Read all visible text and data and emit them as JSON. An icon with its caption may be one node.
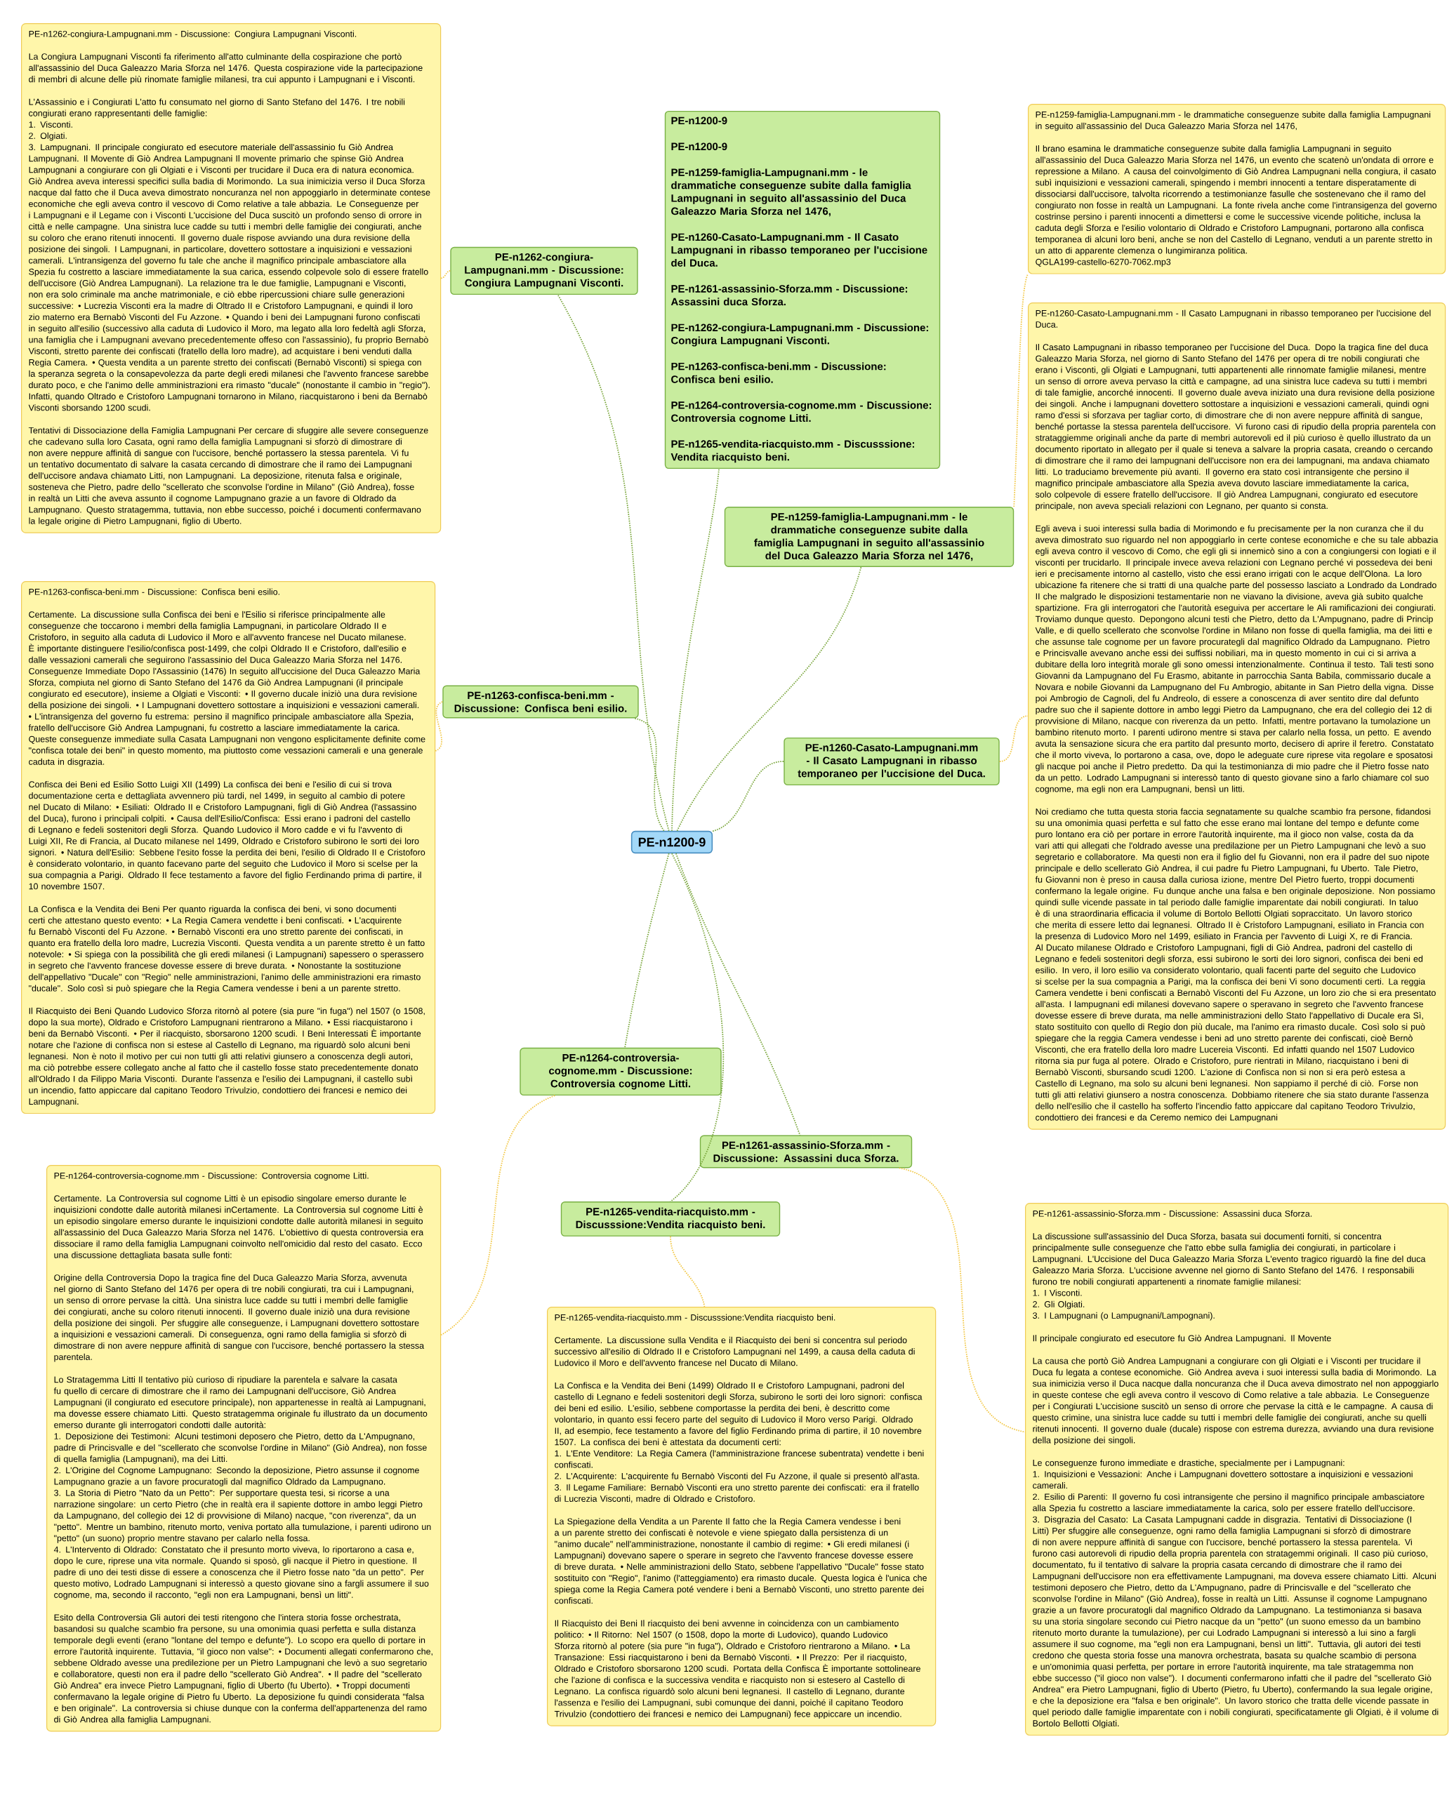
{
  "diagram": {
    "nodes": [
      {
        "text": [
          "PE-n1200-9"
        ]
      },
      {
        "text": [
          "PE-n1200-9",
          "PE-n1200-9",
          "PE-n1259-famiglia-Lampugnani.mm - le drammatiche conseguenze subite dalla famiglia Lampugnani in seguito all'assassinio del Duca Galeazzo Maria Sforza nel 1476,",
          "PE-n1260-Casato-Lampugnani.mm - Il Casato Lampugnani in ribasso temporaneo per l'uccisione del Duca.",
          "PE-n1261-assassinio-Sforza.mm - Discussione: Assassini duca Sforza.",
          "PE-n1262-congiura-Lampugnani.mm - Discussione: Congiura Lampugnani Visconti.",
          "PE-n1263-confisca-beni.mm - Discussione: Confisca beni esilio.",
          "PE-n1264-controversia-cognome.mm - Discussione: Controversia cognome Litti.",
          "PE-n1265-vendita-riacquisto.mm - Discusssione: Vendita riacquisto beni."
        ]
      },
      {
        "text": [
          "PE-n1262-congiura-Lampugnani.mm - Discussione: Congiura Lampugnani Visconti."
        ]
      },
      {
        "text": [
          "PE-n1263-confisca-beni.mm - Discussione: Confisca beni esilio."
        ]
      },
      {
        "text": [
          "PE-n1264-controversia-cognome.mm - Discussione: Controversia cognome Litti."
        ]
      },
      {
        "text": [
          "PE-n1265-vendita-riacquisto.mm - Discusssione:Vendita riacquisto beni."
        ]
      },
      {
        "text": [
          "PE-n1261-assassinio-Sforza.mm - Discussione: Assassini duca Sforza."
        ]
      },
      {
        "text": [
          "PE-n1260-Casato-Lampugnani.mm - Il Casato Lampugnani in ribasso temporaneo per l'uccisione del Duca."
        ]
      },
      {
        "text": [
          "PE-n1259-famiglia-Lampugnani.mm - le drammatiche conseguenze subite dalla famiglia Lampugnani in seguito all'assassinio del Duca Galeazzo Maria Sforza nel 1476,"
        ]
      },
      {
        "text": [
          "PE-n1262-congiura-Lampugnani.mm - Discussione: Congiura Lampugnani Visconti.",
          "La Congiura Lampugnani Visconti fa riferimento all'atto culminante della cospirazione che portò all'assassinio del Duca Galeazzo Maria Sforza nel 1476. Questa cospirazione vide la partecipazione di membri di alcune delle più rinomate famiglie milanesi, tra cui appunto i Lampugnani e i Visconti.",
          "L'Assassinio e i Congiurati L'atto fu consumato nel giorno di Santo Stefano del 1476. I tre nobili congiurati erano rappresentanti delle famiglie:",
          "1. Visconti.",
          "2. Olgiati.",
          "3. Lampugnani. Il principale congiurato ed esecutore materiale dell'assassinio fu Giò Andrea Lampugnani. Il Movente di Giò Andrea Lampugnani Il movente primario che spinse Giò Andrea Lampugnani a congiurare con gli Olgiati e i Visconti per trucidare il Duca era di natura economica. Giò Andrea aveva interessi specifici sulla badia di Morimondo. La sua inimicizia verso il Duca Sforza nacque dal fatto che il Duca aveva dimostrato noncuranza nel non appoggiarlo in determinate contese economiche che egli aveva contro il vescovo di Como relative a tale abbazia. Le Conseguenze per i Lampugnani e il Legame con i Visconti L'uccisione del Duca suscitò un profondo senso di orrore in città e nelle campagne. Una sinistra luce cadde su tutti i membri delle famiglie dei congiurati, anche su coloro che erano ritenuti innocenti. Il governo duale rispose avviando una dura revisione della posizione dei singoli. I Lampugnani, in particolare, dovettero sottostare a inquisizioni e vessazioni camerali. L'intransigenza del governo fu tale che anche il magnifico principale ambasciatore alla Spezia fu costretto a lasciare immediatamente la sua carica, essendo colpevole solo di essere fratello dell'uccisore (Giò Andrea Lampugnani). La relazione tra le due famiglie, Lampugnani e Visconti, non era solo criminale ma anche matrimoniale, e ciò ebbe ripercussioni chiare sulle generazioni successive: • Lucrezia Visconti era la madre di Oltrado II e Cristoforo Lampugnani, e quindi il loro zio materno era Bernabò Visconti del Fu Azzone. • Quando i beni dei Lampugnani furono confiscati in seguito all'esilio (successivo alla caduta di Ludovico il Moro, ma legato alla loro fedeltà agli Sforza, una famiglia che i Lampugnani avevano precedentemente offeso con l'assassinio), fu proprio Bernabò Visconti, stretto parente dei confiscati (fratello della loro madre), ad acquistare i beni venduti dalla Regia Camera. • Questa vendita a un parente stretto dei confiscati (Bernabò Visconti) si spiega con la speranza segreta o la consapevolezza da parte degli eredi milanesi che l'avvento francese sarebbe durato poco, e che l'animo delle amministrazioni era rimasto \"ducale\" (nonostante il cambio in \"regio\"). Infatti, quando Oltrado e Cristoforo Lampugnani tornarono in Milano, riacquistarono i beni da Bernabò Visconti sborsando 1200 scudi.",
          "Tentativi di Dissociazione della Famiglia Lampugnani Per cercare di sfuggire alle severe conseguenze che cadevano sulla loro Casata, ogni ramo della famiglia Lampugnani si sforzò di dimostrare di non avere neppure affinità di sangue con l'uccisore, benché portassero la stessa parentela. Vi fu un tentativo documentato di salvare la casata cercando di dimostrare che il ramo dei Lampugnani dell'uccisore andava chiamato Litti, non Lampugnani. La deposizione, ritenuta falsa e originale, sosteneva che Pietro, padre dello \"scellerato che sconvolse l'ordine in Milano\" (Giò Andrea), fosse in realtà un Litti che aveva assunto il cognome Lampugnano grazie a un favore di Oldrado da Lampugnano. Questo stratagemma, tuttavia, non ebbe successo, poiché i documenti confermavano la legale origine di Pietro Lampugnani, figlio di Uberto."
        ]
      },
      {
        "text": [
          "PE-n1263-confisca-beni.mm - Discussione: Confisca beni esilio.",
          "Certamente. La discussione sulla Confisca dei beni e l'Esilio si riferisce principalmente alle conseguenze che toccarono i membri della famiglia Lampugnani, in particolare Oldrado II e Cristoforo, in seguito alla caduta di Ludovico il Moro e all'avvento francese nel Ducato milanese. È importante distinguere l'esilio/confisca post-1499, che colpì Oldrado II e Cristoforo, dall'esilio e dalle vessazioni camerali che seguirono l'assassinio del Duca Galeazzo Maria Sforza nel 1476. Conseguenze Immediate Dopo l'Assassinio (1476) In seguito all'uccisione del Duca Galeazzo Maria Sforza, compiuta nel giorno di Santo Stefano del 1476 da Giò Andrea Lampugnani (il principale congiurato ed esecutore), insieme a Olgiati e Visconti: • Il governo ducale iniziò una dura revisione della posizione dei singoli. • I Lampugnani dovettero sottostare a inquisizioni e vessazioni camerali. • L'intransigenza del governo fu estrema: persino il magnifico principale ambasciatore alla Spezia, fratello dell'uccisore Giò Andrea Lampugnani, fu costretto a lasciare immediatamente la carica. Queste conseguenze immediate sulla Casata Lampugnani non vengono esplicitamente definite come \"confisca totale dei beni\" in questo momento, ma piuttosto come vessazioni camerali e una generale caduta in disgrazia.",
          "Confisca dei Beni ed Esilio Sotto Luigi XII (1499) La confisca dei beni e l'esilio di cui si trova documentazione certa e dettagliata avvennero più tardi, nel 1499, in seguito al cambio di potere nel Ducato di Milano: • Esiliati: Oldrado II e Cristoforo Lampugnani, figli di Giò Andrea (l'assassino del Duca), furono i principali colpiti. • Causa dell'Esilio/Confisca: Essi erano i padroni del castello di Legnano e fedeli sostenitori degli Sforza. Quando Ludovico il Moro cadde e vi fu l'avvento di Luigi XII, Re di Francia, al Ducato milanese nel 1499, Oldrado e Cristoforo subirono le sorti dei loro signori. • Natura dell'Esilio: Sebbene l'esito fosse la perdita dei beni, l'esilio di Oldrado II e Cristoforo è considerato volontario, in quanto facevano parte del seguito che Ludovico il Moro si scelse per la sua compagnia a Parigi. Oldrado II fece testamento a favore del figlio Ferdinando prima di partire, il 10 novembre 1507.",
          "La Confisca e la Vendita dei Beni Per quanto riguarda la confisca dei beni, vi sono documenti certi che attestano questo evento: • La Regia Camera vendette i beni confiscati. • L'acquirente fu Bernabò Visconti del Fu Azzone. • Bernabò Visconti era uno stretto parente dei confiscati, in quanto era fratello della loro madre, Lucrezia Visconti. Questa vendita a un parente stretto è un fatto notevole: • Si spiega con la possibilità che gli eredi milanesi (i Lampugnani) sapessero o sperassero in segreto che l'avvento francese dovesse essere di breve durata. • Nonostante la sostituzione dell'appellativo \"Ducale\" con \"Regio\" nelle amministrazioni, l'animo delle amministrazioni era rimasto \"ducale\". Solo così si può spiegare che la Regia Camera vendesse i beni a un parente stretto.",
          "Il Riacquisto dei Beni Quando Ludovico Sforza ritornò al potere (sia pure \"in fuga\") nel 1507 (o 1508, dopo la sua morte), Oldrado e Cristoforo Lampugnani rientrarono a Milano. • Essi riacquistarono i beni da Bernabò Visconti. • Per il riacquisto, sborsarono 1200 scudi. I Beni Interessati È importante notare che l'azione di confisca non si estese al Castello di Legnano, ma riguardò solo alcuni beni legnanesi. Non è noto il motivo per cui non tutti gli atti relativi giunsero a conoscenza degli autori, ma ciò potrebbe essere collegato anche al fatto che il castello fosse stato precedentemente donato all'Oldrado I da Filippo Maria Visconti. Durante l'assenza e l'esilio dei Lampugnani, il castello subì un incendio, fatto appiccare dal capitano Teodoro Trivulzio, condottiero dei francesi e nemico dei Lampugnani."
        ]
      },
      {
        "text": [
          "PE-n1264-controversia-cognome.mm - Discussione: Controversia cognome Litti.",
          "Certamente. La Controversia sul cognome Litti è un episodio singolare emerso durante le inquisizioni condotte dalle autorità milanesi inCertamente. La Controversia sul cognome Litti è un episodio singolare emerso durante le inquisizioni condotte dalle autorità milanesi in seguito all'assassinio del Duca Galeazzo Maria Sforza nel 1476. L'obiettivo di questa controversia era dissociare il ramo della famiglia Lampugnani coinvolto nell'omicidio dal resto del casato. Ecco una discussione dettagliata basata sulle fonti:",
          "Origine della Controversia Dopo la tragica fine del Duca Galeazzo Maria Sforza, avvenuta nel giorno di Santo Stefano del 1476 per opera di tre nobili congiurati, tra cui i Lampugnani, un senso di orrore pervase la città. Una sinistra luce cadde su tutti i membri delle famiglie dei congiurati, anche su coloro ritenuti innocenti. Il governo duale iniziò una dura revisione della posizione dei singoli. Per sfuggire alle conseguenze, i Lampugnani dovettero sottostare a inquisizioni e vessazioni camerali. Di conseguenza, ogni ramo della famiglia si sforzò di dimostrare di non avere neppure affinità di sangue con l'uccisore, benché portassero la stessa parentela.",
          "Lo Stratagemma Litti Il tentativo più curioso di ripudiare la parentela e salvare la casata fu quello di cercare di dimostrare che il ramo dei Lampugnani dell'uccisore, Giò Andrea Lampugnani (il congiurato ed esecutore principale), non appartenesse in realtà ai Lampugnani, ma dovesse essere chiamato Litti. Questo stratagemma originale fu illustrato da un documento emerso durante gli interrogatori condotti dalle autorità:",
          "1. Deposizione dei Testimoni: Alcuni testimoni deposero che Pietro, detto da L'Ampugnano, padre di Princisvalle e del \"scellerato che sconvolse l'ordine in Milano\" (Giò Andrea), non fosse di quella famiglia (Lampugnani), ma dei Litti.",
          "2. L'Origine del Cognome Lampugnano: Secondo la deposizione, Pietro assunse il cognome Lampugnano grazie a un favore procuratogli dal magnifico Oldrado da Lampugnano.",
          "3. La Storia di Pietro \"Nato da un Petto\": Per supportare questa tesi, si ricorse a una narrazione singolare: un certo Pietro (che in realtà era il sapiente dottore in ambo leggi Pietro da Lampugnano, del collegio dei 12 di provvisione di Milano) nacque, \"con riverenza\", da un \"petto\". Mentre un bambino, ritenuto morto, veniva portato alla tumulazione, i parenti udirono un \"petto\" (un suono) proprio mentre stavano per calarlo nella fossa.",
          "4. L'Intervento di Oldrado: Constatato che il presunto morto viveva, lo riportarono a casa e, dopo le cure, riprese una vita normale. Quando si sposò, gli nacque il Pietro in questione. Il padre di uno dei testi disse di essere a conoscenza che il Pietro fosse nato \"da un petto\". Per questo motivo, Lodrado Lampugnani si interessò a questo giovane sino a fargli assumere il suo cognome, ma, secondo il racconto, \"egli non era Lampugnani, bensì un litti\".",
          "Esito della Controversia Gli autori dei testi ritengono che l'intera storia fosse orchestrata, basandosi su qualche scambio fra persone, su una omonimia quasi perfetta e sulla distanza temporale degli eventi (erano \"lontane del tempo e defunte\"). Lo scopo era quello di portare in errore l'autorità inquirente. Tuttavia, \"il gioco non valse\": • Documenti allegati confermarono che, sebbene Oldrado avesse una predilezione per un Pietro Lampugnani che levò a suo segretario e collaboratore, questi non era il padre dello \"scellerato Giò Andrea\". • Il padre del \"scellerato Giò Andrea\" era invece Pietro Lampugnani, figlio di Uberto (fu Uberto). • Troppi documenti confermavano la legale origine di Pietro fu Uberto. La deposizione fu quindi considerata \"falsa e ben originale\". La controversia si chiuse dunque con la conferma dell'appartenenza del ramo di Giò Andrea alla famiglia Lampugnani."
        ]
      },
      {
        "text": [
          "PE-n1265-vendita-riacquisto.mm - Discusssione:Vendita riacquisto beni.",
          "Certamente. La discussione sulla Vendita e il Riacquisto dei beni si concentra sul periodo successivo all'esilio di Oldrado II e Cristoforo Lampugnani nel 1499, a causa della caduta di Ludovico il Moro e dell'avvento francese nel Ducato di Milano.",
          "La Confisca e la Vendita dei Beni (1499) Oldrado II e Cristoforo Lampugnani, padroni del castello di Legnano e fedeli sostenitori degli Sforza, subirono le sorti dei loro signori: confisca dei beni ed esilio. L'esilio, sebbene comportasse la perdita dei beni, è descritto come volontario, in quanto essi fecero parte del seguito di Ludovico il Moro verso Parigi. Oldrado II, ad esempio, fece testamento a favore del figlio Ferdinando prima di partire, il 10 novembre 1507. La confisca dei beni è attestata da documenti certi:",
          "1. L'Ente Venditore: La Regia Camera (l'amministrazione francese subentrata) vendette i beni confiscati.",
          "2. L'Acquirente: L'acquirente fu Bernabò Visconti del Fu Azzone, il quale si presentò all'asta.",
          "3. Il Legame Familiare: Bernabò Visconti era uno stretto parente dei confiscati: era il fratello di Lucrezia Visconti, madre di Oldrado e Cristoforo.",
          "La Spiegazione della Vendita a un Parente Il fatto che la Regia Camera vendesse i beni a un parente stretto dei confiscati è notevole e viene spiegato dalla persistenza di un \"animo ducale\" nell'amministrazione, nonostante il cambio di regime: • Gli eredi milanesi (i Lampugnani) dovevano sapere o sperare in segreto che l'avvento francese dovesse essere di breve durata. • Nelle amministrazioni dello Stato, sebbene l'appellativo \"Ducale\" fosse stato sostituito con \"Regio\", l'animo (l'atteggiamento) era rimasto ducale. Questa logica è l'unica che spiega come la Regia Camera poté vendere i beni a Bernabò Visconti, uno stretto parente dei confiscati.",
          "Il Riacquisto dei Beni Il riacquisto dei beni avvenne in coincidenza con un cambiamento politico: • Il Ritorno: Nel 1507 (o 1508, dopo la morte di Ludovico), quando Ludovico Sforza ritornò al potere (sia pure \"in fuga\"), Oldrado e Cristoforo rientrarono a Milano. • La Transazione: Essi riacquistarono i beni da Bernabò Visconti. • Il Prezzo: Per il riacquisto, Oldrado e Cristoforo sborsarono 1200 scudi. Portata della Confisca È importante sottolineare che l'azione di confisca e la successiva vendita e riacquisto non si estesero al Castello di Legnano. La confisca riguardò solo alcuni beni legnanesi. Il castello di Legnano, durante l'assenza e l'esilio dei Lampugnani, subì comunque dei danni, poiché il capitano Teodoro Trivulzio (condottiero dei francesi e nemico dei Lampugnani) fece appiccare un incendio."
        ]
      },
      {
        "text": [
          "PE-n1261-assassinio-Sforza.mm - Discussione: Assassini duca Sforza.",
          "La discussione sull'assassinio del Duca Sforza, basata sui documenti forniti, si concentra principalmente sulle conseguenze che l'atto ebbe sulla famiglia dei congiurati, in particolare i Lampugnani. L'Uccisione del Duca Galeazzo Maria Sforza L'evento tragico riguardò la fine del duca Galeazzo Maria Sforza. L'uccisione avvenne nel giorno di Santo Stefano del 1476. I responsabili furono tre nobili congiurati appartenenti a rinomate famiglie milanesi:",
          "1. I Visconti.",
          "2. Gli Olgiati.",
          "3. I Lampugnani (o Lampugnani/Lampognani).",
          "Il principale congiurato ed esecutore fu Giò Andrea Lampugnani. Il Movente",
          "La causa che portò Giò Andrea Lampugnani a congiurare con gli Olgiati e i Visconti per trucidare il Duca fu legata a contese economiche. Giò Andrea aveva i suoi interessi sulla badia di Morimondo. La sua inimicizia verso il Duca nacque dalla noncuranza che il Duca aveva dimostrato nel non appoggiarlo in queste contese che egli aveva contro il vescovo di Como relative a tale abbazia. Le Conseguenze per i Congiurati L'uccisione suscitò un senso di orrore che pervase la città e le campagne. A causa di questo crimine, una sinistra luce cadde su tutti i membri delle famiglie dei congiurati, anche su quelli ritenuti innocenti. Il governo duale (ducale) rispose con estrema durezza, avviando una dura revisione della posizione dei singoli.",
          "Le conseguenze furono immediate e drastiche, specialmente per i Lampugnani:",
          "1. Inquisizioni e Vessazioni: Anche i Lampugnani dovettero sottostare a inquisizioni e vessazioni camerali.",
          "2. Esilio di Parenti: Il governo fu così intransigente che persino il magnifico principale ambasciatore alla Spezia fu costretto a lasciare immediatamente la carica, solo per essere fratello dell'uccisore.",
          "3. Disgrazia del Casato: La Casata Lampugnani cadde in disgrazia. Tentativi di Dissociazione (I Litti) Per sfuggire alle conseguenze, ogni ramo della famiglia Lampugnani si sforzò di dimostrare di non avere neppure affinità di sangue con l'uccisore, benché portassero la stessa parentela. Vi furono casi autorevoli di ripudio della propria parentela con stratagemmi originali. Il caso più curioso, documentato, fu il tentativo di salvare la propria casata cercando di dimostrare che il ramo dei Lampugnani dell'uccisore non era effettivamente Lampugnani, ma doveva essere chiamato Litti. Alcuni testimoni deposero che Pietro, detto da L'Ampugnano, padre di Princisvalle e del \"scellerato che sconvolse l'ordine in Milano\" (Giò Andrea), fosse in realtà un Litti. Assunse il cognome Lampugnano grazie a un favore procuratogli dal magnifico Oldrado da Lampugnano. La testimonianza si basava su una storia singolare secondo cui Pietro nacque da un \"petto\" (un suono emesso da un bambino ritenuto morto durante la tumulazione), per cui Lodrado Lampugnani si interessò a lui sino a fargli assumere il suo cognome, ma \"egli non era Lampugnani, bensì un litti\". Tuttavia, gli autori dei testi credono che questa storia fosse una manovra orchestrata, basata su qualche scambio di persona e un'omonimia quasi perfetta, per portare in errore l'autorità inquirente, ma tale stratagemma non ebbe successo (\"il gioco non valse\"). I documenti confermarono infatti che il padre del \"scellerato Giò Andrea\" era Pietro Lampugnani, figlio di Uberto (Pietro, fu Uberto), confermando la sua legale origine, e che la deposizione era \"falsa e ben originale\". Un lavoro storico che tratta delle vicende passate in quel periodo dalle famiglie imparentate con i nobili congiurati, specificatamente gli Olgiati, è il volume di Bortolo Bellotti Olgiati."
        ]
      },
      {
        "text": [
          "PE-n1260-Casato-Lampugnani.mm - Il Casato Lampugnani in ribasso temporaneo per l'uccisione del Duca.",
          "Il Casato Lampugnani in ribasso temporaneo per l'uccisione del Duca. Dopo la tragica fine del duca Galeazzo Maria Sforza, nel giorno di Santo Stefano del 1476 per opera di tre nobili congiurati che erano i Visconti, gli Olgiati e Lampugnani, tutti appartenenti alle rinnomate famiglie milanesi, mentre un senso di orrore aveva pervaso la città e campagne, ad una sinistra luce cadeva su tutti i membri di tale famiglie, ancorché innocenti. Il governo duale aveva iniziato una dura revisione della posizione dei singoli. Anche i lampugnani dovettero sottostare a inquisizioni e vessazioni camerali, quindi ogni ramo d'essi si sforzava per tagliar corto, di dimostrare che di non avere neppure affinità di sangue, benché portasse la stessa parentela dell'uccisore. Vi furono casi di ripudio della propria parentela con strataggiemme originali anche da parte di membri autorevoli ed il più curioso è quello illustrato da un documento riportato in allegato per il quale si teneva a salvare la propria casata, creando o cercando di dimostrare che il ramo dei lampugnani dell'uccisore non era dei lampugnani, ma andava chiamato litti. Lo traduciamo brevemente più avanti. Il governo era stato così intransigente che persino il magnifico principale ambasciatore alla Spezia aveva dovuto lasciare immediatamente la carica, solo colpevole di essere fratello dell'uccisore. Il giò Andrea Lampugnani, congiurato ed esecutore principale, non aveva speciali relazioni con Legnano, per quanto si consta.",
          "Egli aveva i suoi interessi sulla badia di Morimondo e fu precisamente per la non curanza che il du aveva dimostrato suo riguardo nel non appoggiarlo in certe contese economiche e che su tale abbazia egli aveva contro il vescovo di Como, che egli gli si innemicò sino a con a congiungersi con logiati e il visconti per trucidarlo. Il principale invece aveva relazioni con Legnano perché vi possedeva dei beni ieri e precisamente intorno al castello, visto che essi erano irrigati con le acque dell'Olona. La loro ubicazione fa ritenere che si tratti di una qualche parte del possesso lasciato a Londrado da Londrado II che malgrado le disposizioni testamentarie non ne viavano la divisione, aveva già subito qualche spartizione. Fra gli interrogatori che l'autorità eseguiva per accertare le Ali ramificazioni dei congiurati. Troviamo dunque questo. Depongono alcuni testi che Pietro, detto da L'Ampugnano, padre di Princip Valle, e di quello scellerato che sconvolse l'ordine in Milano non fosse di quella famiglia, ma dei litti e che assunse tale cognome per un favore procurategli dal magnifico Oldrado da Lampugnano. Pietro e Princisvalle avevano anche essi dei suffissi nobiliari, ma in questo momento in cui ci si arriva a dubitare della loro integrità morale gli sono omessi intenzionalmente. Continua il testo. Tali testi sono Giovanni da Lampugnano del Fu Erasmo, abitante in parrocchia Santa Babila, commissario ducale a Novara e nobile Giovanni da Lampugnano del Fu Ambrogio, abitante in San Pietro della vigna. Disse poi Ambrogio de Cagnoli, del fu Andreolo, di essere a conoscenza di aver sentito dire dal defunto padre suo che il sapiente dottore in ambo leggi Pietro da Lampugnano, che era del collegio dei 12 di provvisione di Milano, nacque con riverenza da un petto. Infatti, mentre portavano la tumolazione un bambino ritenuto morto. I parenti udirono mentre si stava per calarlo nella fossa, un petto. E avendo avuta la sensazione sicura che era partito dal presunto morto, decisero di aprire il feretro. Constatato che il morto viveva, lo portarono a casa, ove, dopo le adeguate cure riprese vita regolare e sposatosi gli nacque poi anche il Pietro predetto. Da qui la testimonianza di mio padre che il Pietro fosse nato da un petto. Lodrado Lampugnani si interessò tanto di questo giovane sino a farlo chiamare col suo cognome, ma egli non era Lampugnani, bensì un litti.",
          "Noi crediamo che tutta questa storia faccia segnatamente su qualche scambio fra persone, fidandosi su una omonimia quasi perfetta e sul fatto che esse erano mai lontane del tempo e defunte come puro lontano era ciò per portare in errore l'autorità inquirente, ma il gioco non valse, costa da da vari atti qui allegati che l'oldrado avesse una predilazione per un Pietro Lampugnani che levò a suo segretario e collaboratore. Ma questi non era il figlio del fu Giovanni, non era il padre del suo nipote principale e dello scellerato Giò Andrea, il cui padre fu Pietro Lampugnani, fu Uberto. Tale Pietro, fu Giovanni non è preso in causa dalla curiosa izione, mentre Del Pietro fuerto, troppi documenti confermano la legale origine. Fu dunque anche una falsa e ben originale deposizione. Non possiamo quindi sulle vicende passate in tal periodo dalle famiglie imparentate dai nobili congiurati. In taluo è di una straordinaria efficacia il volume di Bortolo Bellotti Olgiati sopraccitato. Un lavoro storico che merita di essere letto dai legnanesi. Oltrado II è Cristoforo Lampugnani, esiliato in Francia con la presenza di Ludovico Moro nel 1499, esiliato in Francia per l'avvento di Luigi X, re di Francia. Al Ducato milanese Oldrado e Cristoforo Lampugnani, figli di Giò Andrea, padroni del castello di Legnano e fedeli sostenitori degli sforza, essi subirono le sorti dei loro signori, confisca dei beni ed esilio. In vero, il loro esilio va considerato volontario, quali facenti parte del seguito che Ludovico si scelse per la sua compagnia a Parigi, ma la confisca dei beni Vi sono documenti certi. La reggia Camera vendette i beni confiscati a Bernabò Visconti del Fu Azzone, un loro zio che si era presentato all'asta. I lampugnani edi milanesi dovevano sapere o speravano in segreto che l'avvento francese dovesse essere di breve durata, ma nelle amministrazioni dello Stato l'appellativo di Ducale era Sì, stato sostituito con quello di Regio don più ducale, ma l'animo era rimasto ducale. Così solo si può spiegare che la reggia Camera vendesse i beni ad uno stretto parente dei confiscati, cioè Bernò Visconti, che era fratello della loro madre Lucereia Visconti. Ed infatti quando nel 1507 Ludovico ritorna sia pur fuga al potere. Olrado e Cristoforo, pure rientrati in Milano, riacquistano i beni di Bernabò Visconti, sbursando scudi 1200. L'azione di Confisca non si non si era però estesa a Castello di Legnano, ma solo su alcuni beni legnanesi. Non sappiamo il perché di ciò. Forse non tutti gli atti relativi giunsero a nostra conoscenza. Dobbiamo ritenere che sia stato durante l'assenza dello nell'esilio che il castello ha sofferto l'incendio fatto appiccare dal capitano Teodoro Trivulzio, condottiero dei francesi e da Ceremo nemico dei Lampugnani"
        ]
      },
      {
        "text": [
          "PE-n1259-famiglia-Lampugnani.mm - le drammatiche conseguenze subite dalla famiglia Lampugnani in seguito all'assassinio del Duca Galeazzo Maria Sforza nel 1476,",
          "Il brano esamina le drammatiche conseguenze subite dalla famiglia Lampugnani in seguito all'assassinio del Duca Galeazzo Maria Sforza nel 1476, un evento che scatenò un'ondata di orrore e repressione a Milano. A causa del coinvolgimento di Giò Andrea Lampugnani nella congiura, il casato subì inquisizioni e vessazioni camerali, spingendo i membri innocenti a tentare disperatamente di dissociarsi dall'uccisore, talvolta ricorrendo a testimonianze fasulle che sostenevano che il ramo del congiurato non fosse in realtà un Lampugnani. La fonte rivela anche come l'intransigenza del governo costrinse persino i parenti innocenti a dimettersi e come le successive vicende politiche, inclusa la caduta degli Sforza e l'esilio volontario di Oldrado e Cristoforo Lampugnani, portarono alla confisca temporanea di alcuni loro beni, anche se non del Castello di Legnano, venduti a un parente stretto in un atto di apparente clemenza o lungimiranza politica.",
          "QGLA199-castello-6270-7062.mp3"
        ]
      }
    ],
    "edges": [
      {
        "from": 0,
        "to": 1,
        "arrow": "none"
      },
      {
        "from": 0,
        "to": 2,
        "arrow": "none"
      },
      {
        "from": 0,
        "to": 3,
        "arrow": "none"
      },
      {
        "from": 0,
        "to": 4,
        "arrow": "none"
      },
      {
        "from": 0,
        "to": 5,
        "arrow": "none"
      },
      {
        "from": 0,
        "to": 6,
        "arrow": "none"
      },
      {
        "from": 0,
        "to": 7,
        "arrow": "none"
      },
      {
        "from": 0,
        "to": 8,
        "arrow": "none"
      },
      {
        "from": 2,
        "to": 9,
        "arrow": "none",
        "color": "#f2c744"
      },
      {
        "from": 3,
        "to": 10,
        "arrow": "none",
        "color": "#f2c744"
      },
      {
        "from": 4,
        "to": 11,
        "arrow": "none",
        "color": "#f2c744"
      },
      {
        "from": 5,
        "to": 12,
        "arrow": "none",
        "color": "#f2c744"
      },
      {
        "from": 6,
        "to": 13,
        "arrow": "none",
        "color": "#f2c744"
      },
      {
        "from": 7,
        "to": 14,
        "arrow": "none",
        "color": "#f2c744"
      },
      {
        "from": 8,
        "to": 15,
        "arrow": "none",
        "color": "#f2c744"
      }
    ]
  }
}
